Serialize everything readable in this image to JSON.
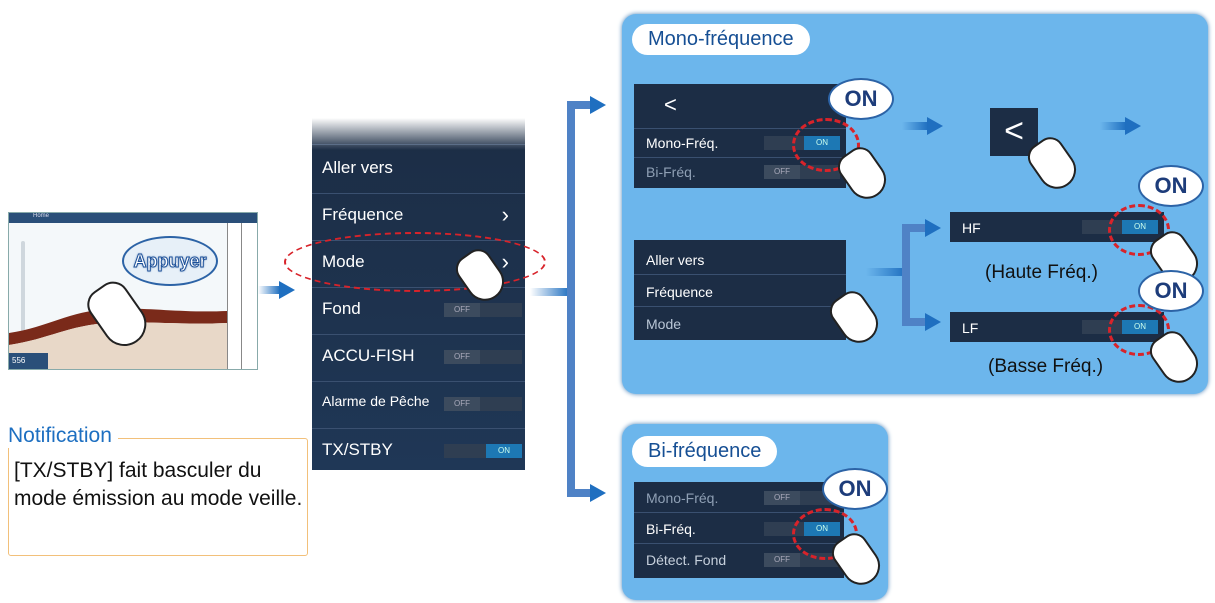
{
  "thumbnail": {
    "home_label": "Home",
    "depth_value": "556",
    "tap_label": "Appuyer"
  },
  "notification": {
    "title": "Notification",
    "text": "[TX/STBY] fait basculer du mode émission au mode veille."
  },
  "menu": {
    "items": [
      {
        "label": "Aller vers"
      },
      {
        "label": "Fréquence"
      },
      {
        "label": "Mode"
      },
      {
        "label": "Fond",
        "state": "OFF"
      },
      {
        "label": "ACCU-FISH",
        "state": "OFF"
      },
      {
        "label": "Alarme de Pêche",
        "state": "OFF"
      },
      {
        "label": "TX/STBY",
        "state": "ON"
      }
    ]
  },
  "mono": {
    "title": "Mono-fréquence",
    "items": [
      {
        "label": "Mono-Fréq.",
        "state": "ON"
      },
      {
        "label": "Bi-Fréq.",
        "state": "OFF"
      }
    ],
    "back_glyph": "<",
    "on_label": "ON",
    "freq_menu": [
      {
        "label": "Aller vers"
      },
      {
        "label": "Fréquence"
      },
      {
        "label": "Mode"
      }
    ],
    "hf": {
      "label": "HF",
      "state": "ON",
      "caption": "(Haute Fréq.)"
    },
    "lf": {
      "label": "LF",
      "state": "ON",
      "caption": "(Basse Fréq.)"
    }
  },
  "bi": {
    "title": "Bi-fréquence",
    "items": [
      {
        "label": "Mono-Fréq.",
        "state": "OFF"
      },
      {
        "label": "Bi-Fréq.",
        "state": "ON"
      },
      {
        "label": "Détect. Fond",
        "state": "OFF"
      }
    ],
    "on_label": "ON"
  },
  "colors": {
    "accent": "#1f6fc0",
    "panel": "#6cb6ec",
    "menu_bg": "#1c2d45",
    "highlight": "#d8232a"
  }
}
